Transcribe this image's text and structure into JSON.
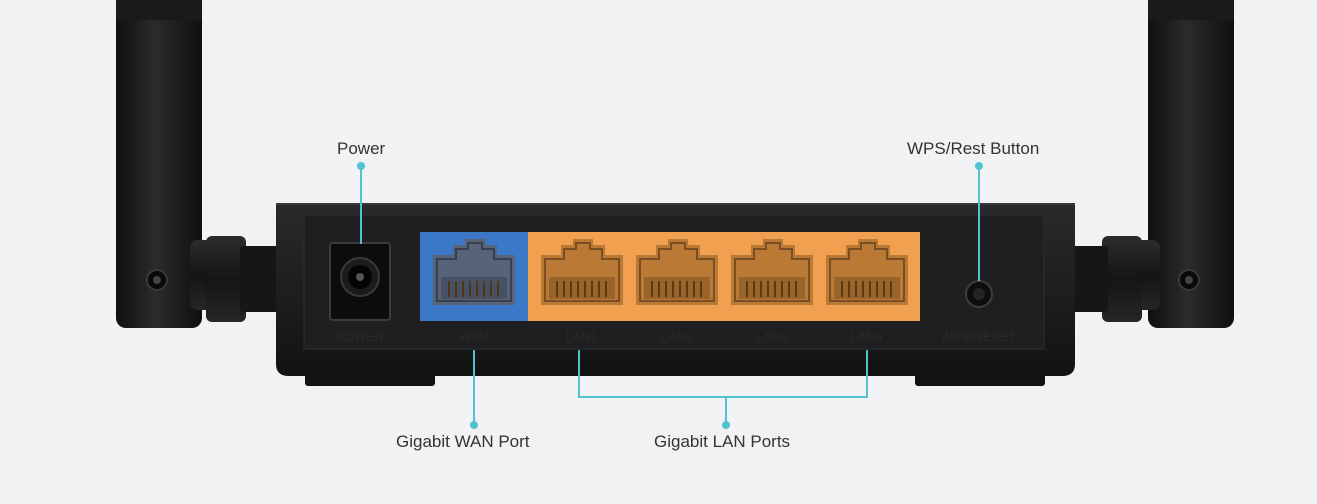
{
  "callouts": {
    "power": "Power",
    "wps_reset_button": "WPS/Rest Button",
    "wan_port": "Gigabit WAN Port",
    "lan_ports": "Gigabit LAN Ports"
  },
  "port_labels": {
    "power": "POWER",
    "wan": "WAN",
    "lan1": "LAN1",
    "lan2": "LAN2",
    "lan3": "LAN3",
    "lan4": "LAN4",
    "wps_reset": "WPS/RESET"
  },
  "colors": {
    "background": "#f1f2f4",
    "router_body": "#1b1b1d",
    "panel": "#222224",
    "wan_port": "#3b78c7",
    "lan_ports": "#f0a04e",
    "callout_line": "#4fc4d0",
    "callout_text": "#333333"
  },
  "icons": [
    "antenna",
    "power-jack",
    "ethernet-port",
    "reset-button"
  ]
}
